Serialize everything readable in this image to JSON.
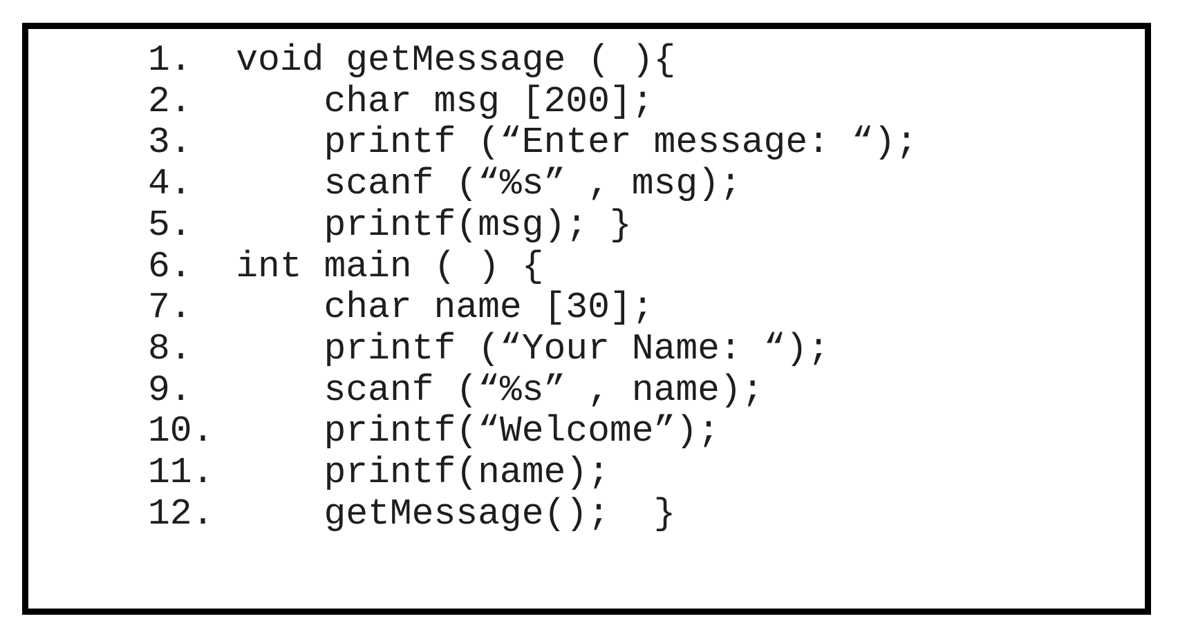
{
  "code_block": {
    "background_color": "#ffffff",
    "border_color": "#000000",
    "text_color": "#1e1e1e",
    "lines": [
      {
        "number": "1.",
        "code_col": 4,
        "code": "void getMessage ( ){"
      },
      {
        "number": "2.",
        "code_col": 8,
        "code": "char msg [200];"
      },
      {
        "number": "3.",
        "code_col": 8,
        "code": "printf (“Enter message: “);"
      },
      {
        "number": "4.",
        "code_col": 8,
        "code": "scanf (“%s” , msg);"
      },
      {
        "number": "5.",
        "code_col": 8,
        "code": "printf(msg); }"
      },
      {
        "number": "6.",
        "code_col": 4,
        "code": "int main ( ) {"
      },
      {
        "number": "7.",
        "code_col": 8,
        "code": "char name [30];"
      },
      {
        "number": "8.",
        "code_col": 8,
        "code": "printf (“Your Name: “);"
      },
      {
        "number": "9.",
        "code_col": 8,
        "code": "scanf (“%s” , name);"
      },
      {
        "number": "10.",
        "code_col": 8,
        "code": "printf(“Welcome”);"
      },
      {
        "number": "11.",
        "code_col": 8,
        "code": "printf(name);"
      },
      {
        "number": "12.",
        "code_col": 8,
        "code": "getMessage();  }"
      }
    ]
  }
}
